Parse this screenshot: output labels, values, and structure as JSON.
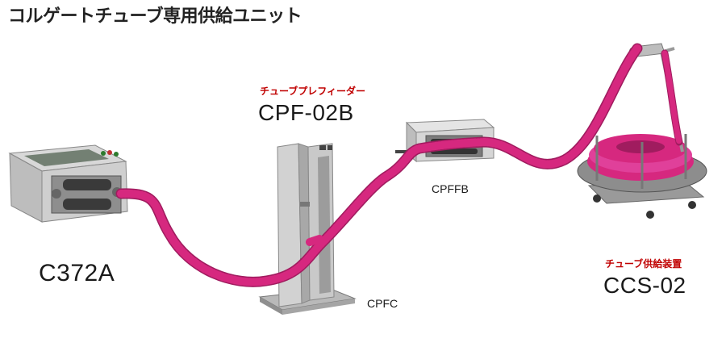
{
  "title": "コルゲートチューブ専用供給ユニット",
  "machines": {
    "c372a": {
      "model": "C372A"
    },
    "cpf02b": {
      "subtitle": "チューブプレフィーダー",
      "model": "CPF-02B"
    },
    "cpffb": {
      "model": "CPFFB"
    },
    "cpfc": {
      "model": "CPFC"
    },
    "ccs02": {
      "subtitle": "チューブ供給装置",
      "model": "CCS-02"
    }
  },
  "colors": {
    "tube": "#d6287f",
    "tube_shadow": "#a01c5f",
    "subtitle_red": "#c00000",
    "machine_body": "#c9c9c9"
  }
}
